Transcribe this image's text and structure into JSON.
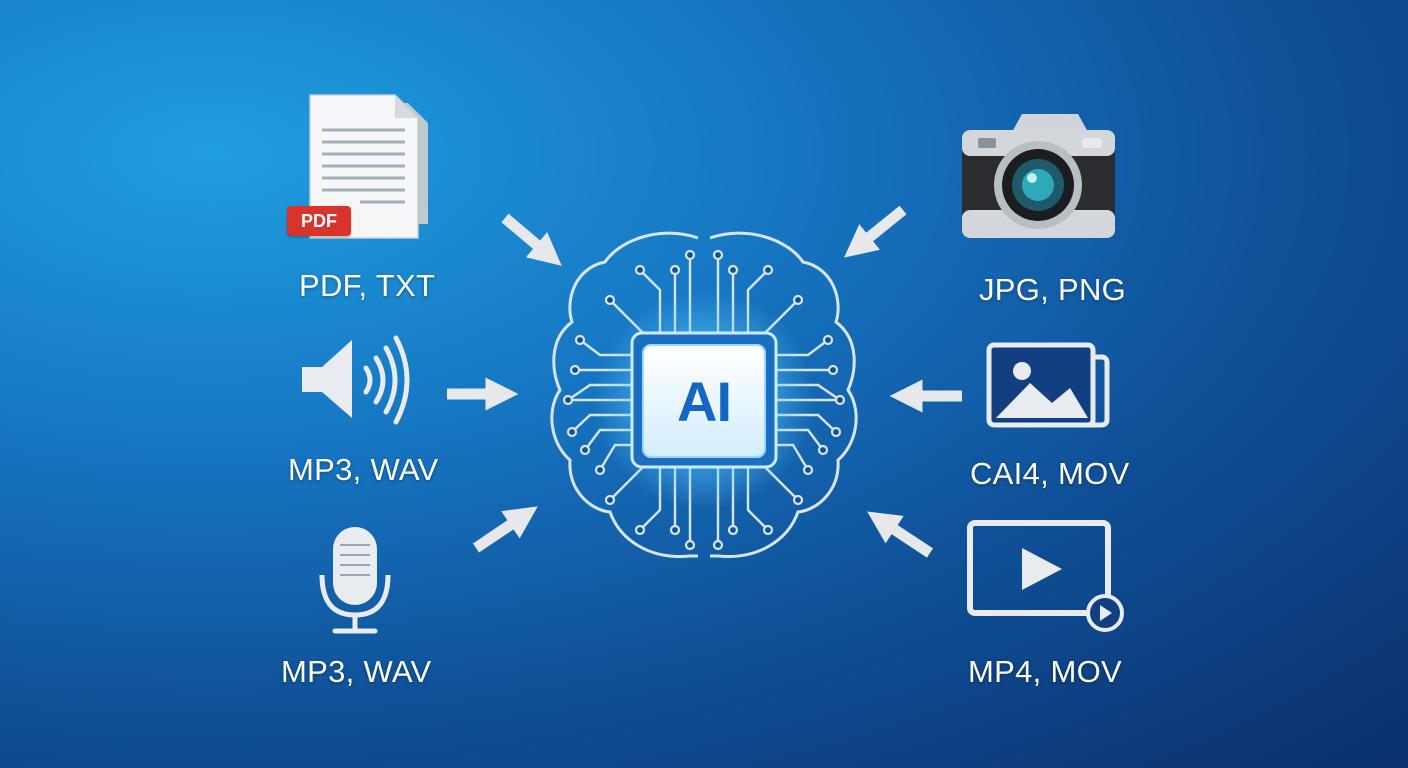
{
  "center": {
    "label": "AI"
  },
  "inputs": {
    "left": [
      {
        "icon": "document-icon",
        "label": "PDF, TXT",
        "badge": "PDF"
      },
      {
        "icon": "speaker-icon",
        "label": "MP3, WAV"
      },
      {
        "icon": "microphone-icon",
        "label": "MP3, WAV"
      }
    ],
    "right": [
      {
        "icon": "camera-icon",
        "label": "JPG, PNG"
      },
      {
        "icon": "image-gallery-icon",
        "label": "CAI4, MOV"
      },
      {
        "icon": "video-icon",
        "label": "MP4, MOV"
      }
    ]
  },
  "colors": {
    "background_light": "#1f9ee0",
    "background_dark": "#0b2f6c",
    "arrow": "#e6e8ec",
    "circuit": "#d8e4f0",
    "chip_glow": "#7fd8ff",
    "pdf_badge": "#d9342b",
    "ai_text": "#1566c4"
  }
}
